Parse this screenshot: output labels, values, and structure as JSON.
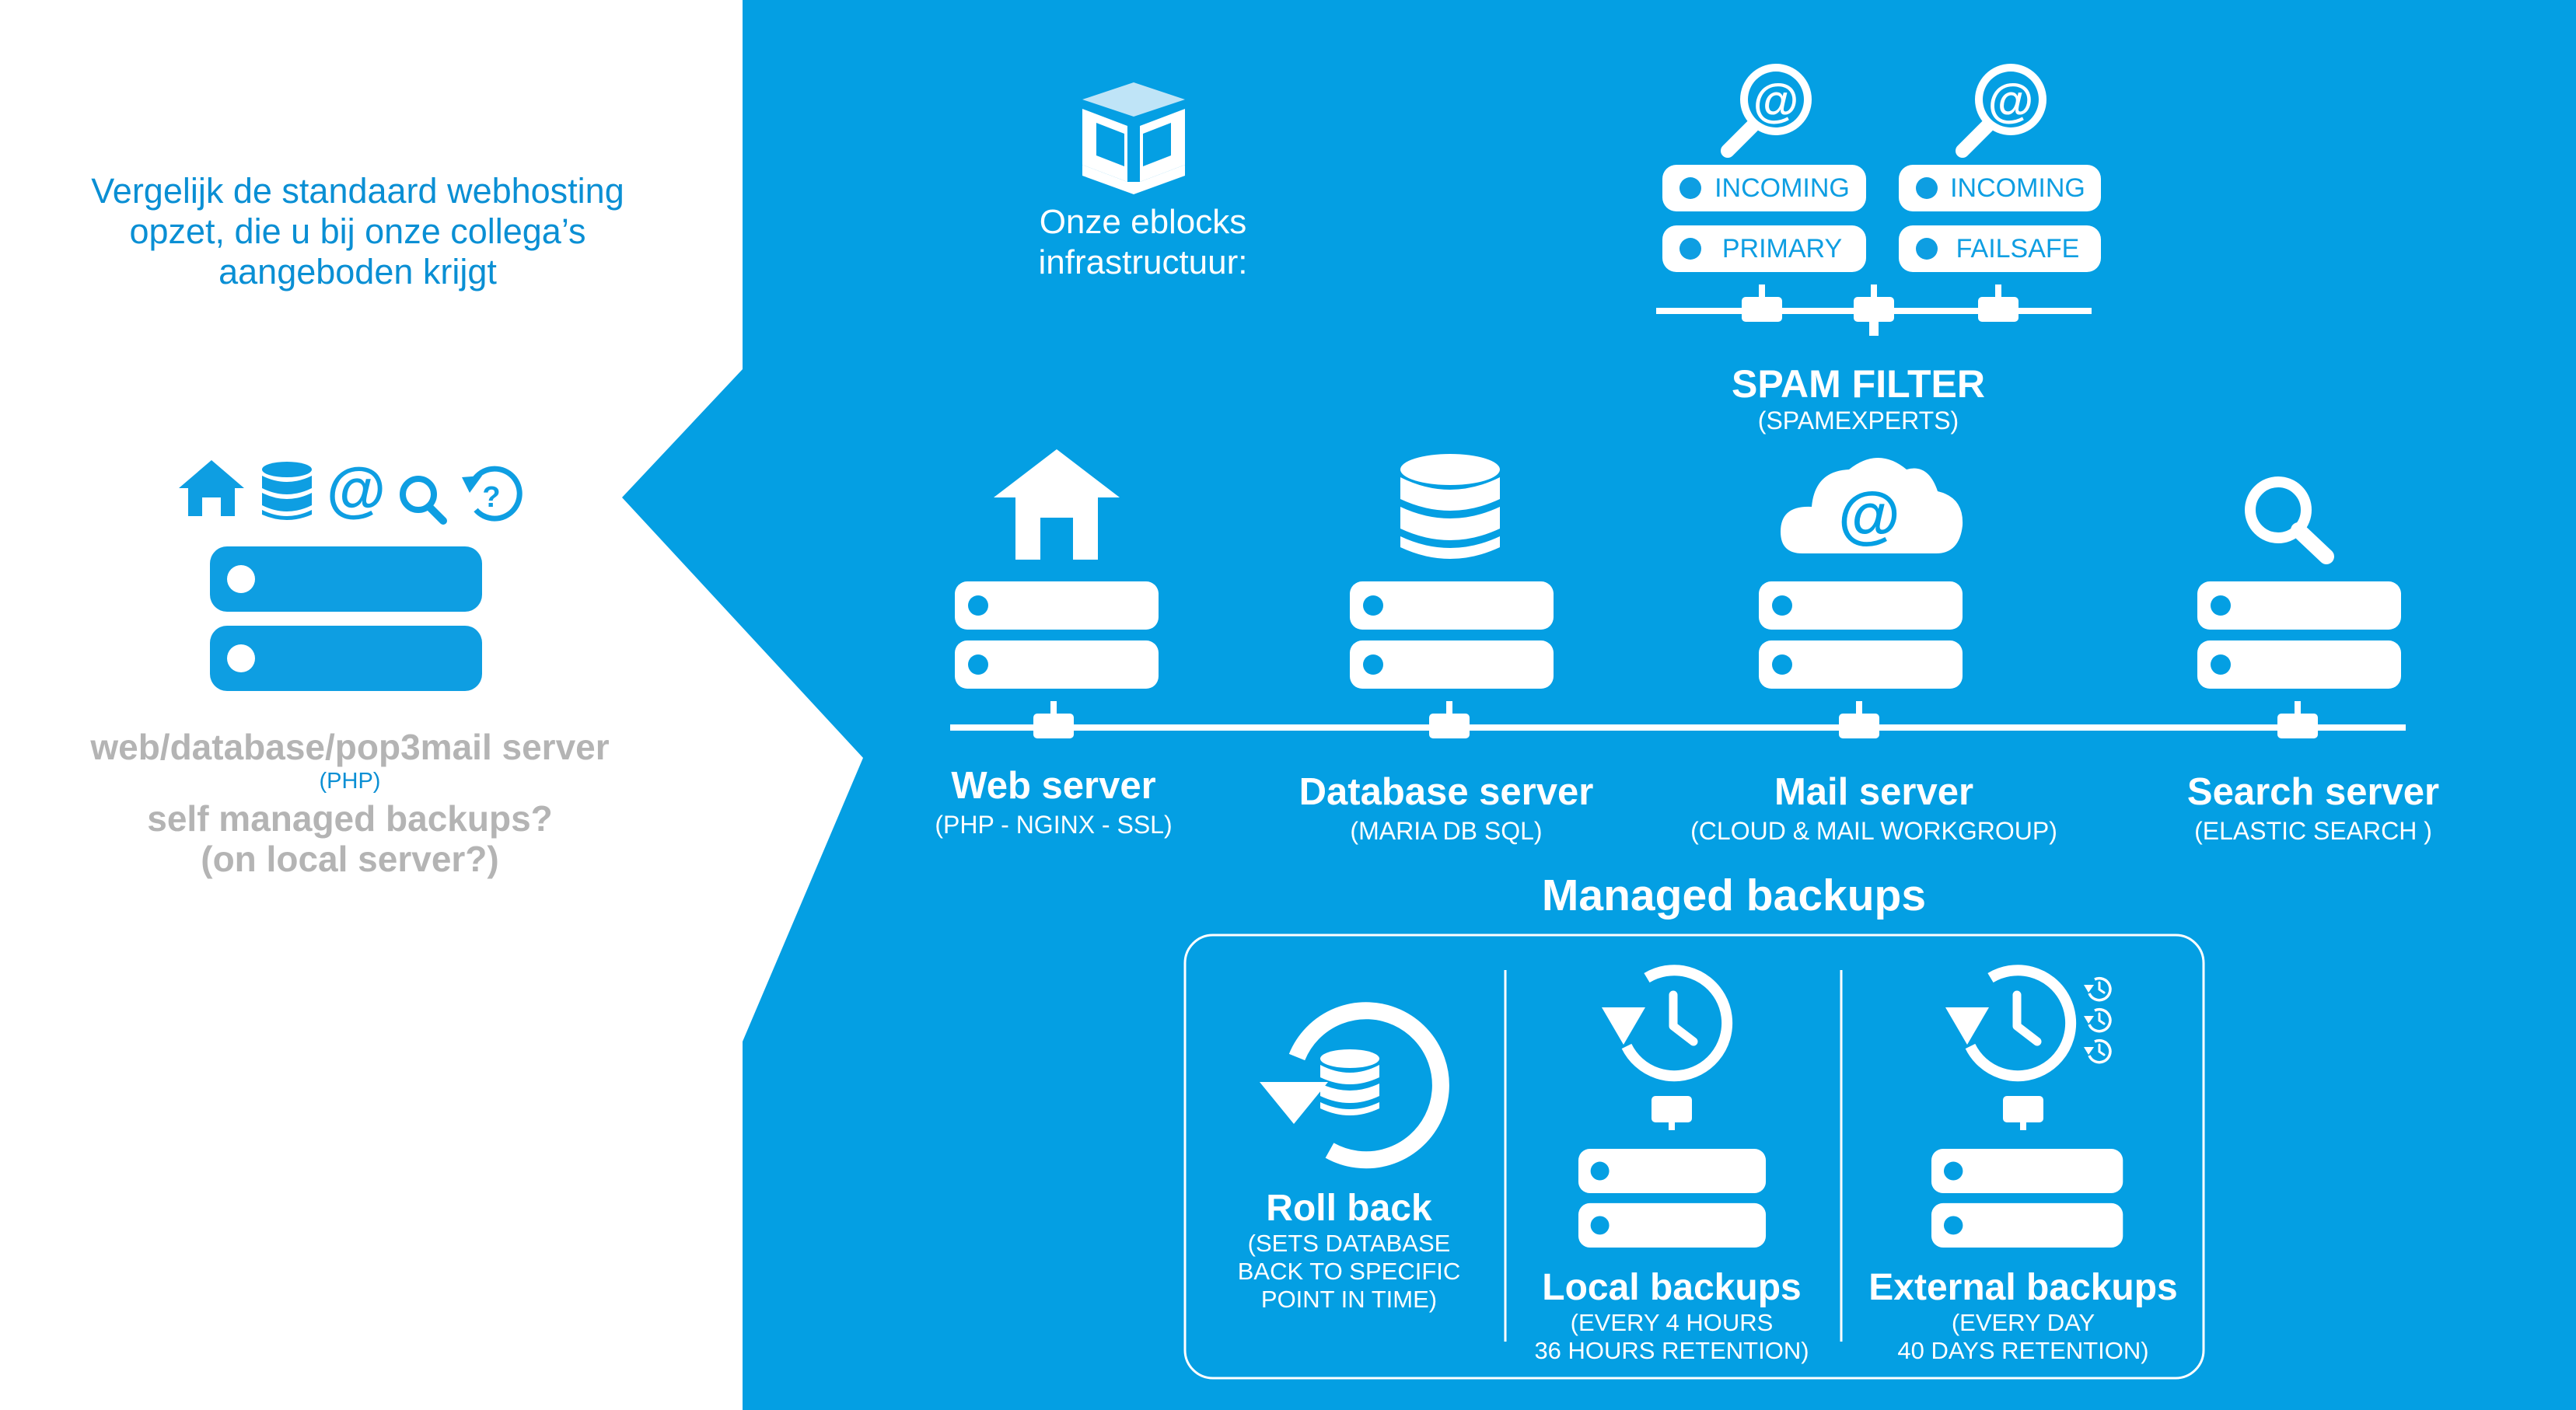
{
  "colors": {
    "accent": "#049fe3",
    "grey_text": "#b4b4b4",
    "blue_text": "#0a8fd4",
    "white": "#ffffff"
  },
  "left_panel": {
    "intro_lines": [
      "Vergelijk de standaard webhosting",
      "opzet, die u bij onze collega’s",
      "aangeboden krijgt"
    ],
    "icons": [
      "home-icon",
      "database-icon",
      "at-icon",
      "search-icon",
      "restore-icon"
    ],
    "server_title": "web/database/pop3mail server",
    "server_sub": "(PHP)",
    "question_1": "self managed backups?",
    "question_2": "(on local server?)"
  },
  "eblocks": {
    "line1": "Onze eblocks",
    "line2": "infrastructuur:"
  },
  "spam_filter": {
    "title": "SPAM FILTER",
    "sub": "(SPAMEXPERTS)",
    "boxes": [
      {
        "top": "INCOMING",
        "bottom": "PRIMARY"
      },
      {
        "top": "INCOMING",
        "bottom": "FAILSAFE"
      }
    ]
  },
  "servers": [
    {
      "icon": "home-icon",
      "name": "Web server",
      "sub": "(PHP - NGINX - SSL)"
    },
    {
      "icon": "database-icon",
      "name": "Database server",
      "sub": "(MARIA DB SQL)"
    },
    {
      "icon": "cloud-mail-icon",
      "name": "Mail server",
      "sub": "(CLOUD & MAIL WORKGROUP)"
    },
    {
      "icon": "search-icon",
      "name": "Search server",
      "sub": "(ELASTIC SEARCH )"
    }
  ],
  "backups": {
    "title": "Managed backups",
    "rollback": {
      "name": "Roll back",
      "lines": [
        "(SETS DATABASE",
        "BACK TO SPECIFIC",
        "POINT IN TIME)"
      ]
    },
    "local": {
      "name": "Local backups",
      "lines": [
        "(EVERY 4 HOURS",
        "36 HOURS RETENTION)"
      ]
    },
    "external": {
      "name": "External backups",
      "lines": [
        "(EVERY DAY",
        "40 DAYS RETENTION)"
      ]
    }
  }
}
